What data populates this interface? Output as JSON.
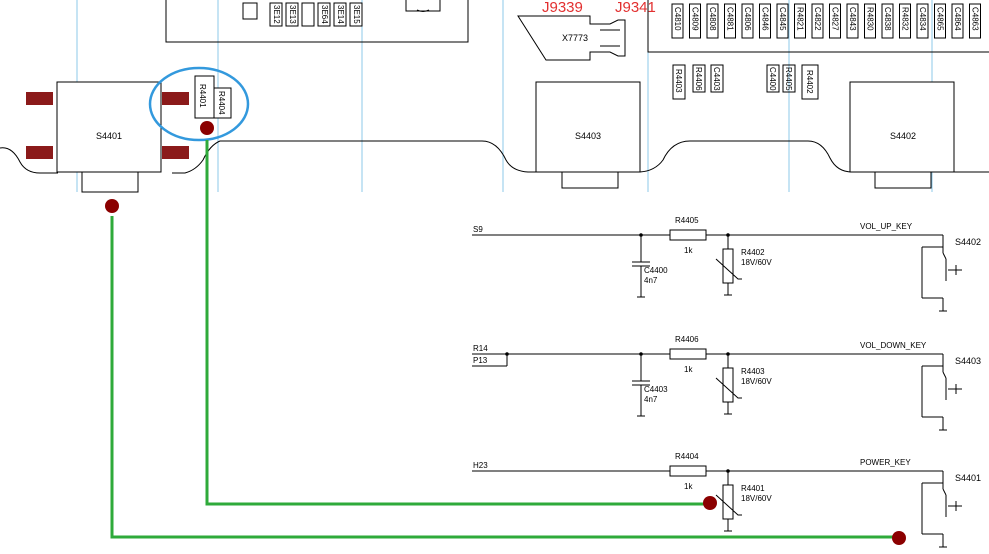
{
  "pcb": {
    "ics": [
      "3E12",
      "3E13",
      "3E64",
      "3E14",
      "3E15"
    ],
    "switches": [
      "S4401",
      "S4403",
      "S4402"
    ],
    "connector": "X7773",
    "red_labels": [
      "J9339",
      "J9341"
    ],
    "cap_row": [
      "C4810",
      "C4809",
      "C4808",
      "C4881",
      "C4806",
      "C4846",
      "C4845",
      "R4821",
      "C4822",
      "C4827",
      "C4843",
      "R4830",
      "C4838",
      "R4832",
      "C4834",
      "C4865",
      "C4864",
      "C4863"
    ],
    "small_parts": [
      "R4403",
      "R4406",
      "C4403",
      "C4400",
      "R4405",
      "R4402"
    ],
    "highlight_parts": [
      "R4401",
      "R4404"
    ]
  },
  "schematic": {
    "rows": [
      {
        "input": "S9",
        "input2": "",
        "resistor": "R4405",
        "resistor_value": "1k",
        "capacitor": "C4400",
        "capacitor_value": "4n7",
        "varistor": "R4402",
        "varistor_value": "18V/60V",
        "net": "VOL_UP_KEY",
        "switch": "S4402"
      },
      {
        "input": "R14",
        "input2": "P13",
        "resistor": "R4406",
        "resistor_value": "1k",
        "capacitor": "C4403",
        "capacitor_value": "4n7",
        "varistor": "R4403",
        "varistor_value": "18V/60V",
        "net": "VOL_DOWN_KEY",
        "switch": "S4403"
      },
      {
        "input": "H23",
        "input2": "",
        "resistor": "R4404",
        "resistor_value": "1k",
        "capacitor": "",
        "capacitor_value": "",
        "varistor": "R4401",
        "varistor_value": "18V/60V",
        "net": "POWER_KEY",
        "switch": "S4401"
      }
    ]
  },
  "colors": {
    "wire": "#000000",
    "guide": "#8ec9ea",
    "pad": "#8b1a1a",
    "dot": "#8b0000",
    "green": "#2eaa3a",
    "highlight": "#3399dd",
    "red_text": "#e23030"
  }
}
